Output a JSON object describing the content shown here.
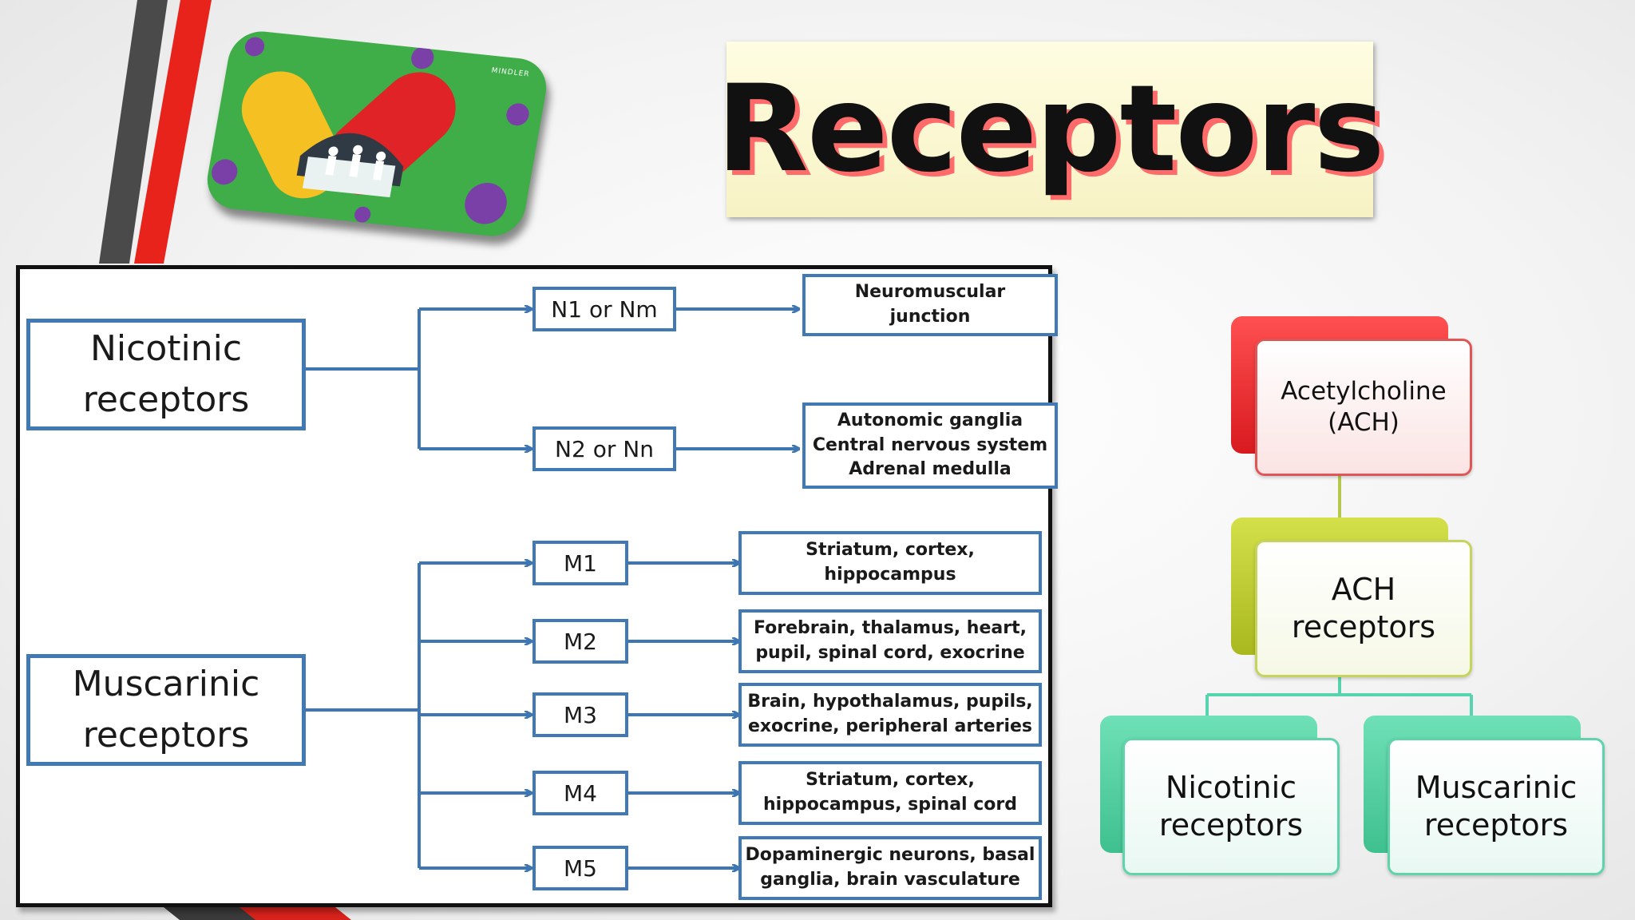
{
  "title": "Receptors",
  "logo": {
    "brand": "MINDLER"
  },
  "left_diagram": {
    "groups": [
      {
        "name": "Nicotinic receptors",
        "subtypes": [
          {
            "code": "N1 or Nm",
            "location": "Neuromuscular\njunction"
          },
          {
            "code": "N2 or Nn",
            "location": "Autonomic ganglia\nCentral nervous system\nAdrenal medulla"
          }
        ]
      },
      {
        "name": "Muscarinic receptors",
        "subtypes": [
          {
            "code": "M1",
            "location": "Striatum, cortex,\nhippocampus"
          },
          {
            "code": "M2",
            "location": "Forebrain, thalamus, heart,\npupil, spinal cord, exocrine"
          },
          {
            "code": "M3",
            "location": "Brain, hypothalamus, pupils,\nexocrine,  peripheral arteries"
          },
          {
            "code": "M4",
            "location": "Striatum, cortex,\nhippocampus, spinal cord"
          },
          {
            "code": "M5",
            "location": "Dopaminergic neurons, basal\nganglia, brain vasculature"
          }
        ]
      }
    ],
    "colors": {
      "box_border": "#4179b5",
      "arrow": "#3e76b3"
    }
  },
  "right_hierarchy": {
    "root": "Acetylcholine\n(ACH)",
    "middle": "ACH\nreceptors",
    "children": [
      "Nicotinic\nreceptors",
      "Muscarinic\nreceptors"
    ],
    "colors": {
      "root": "#e8262a",
      "middle": "#b9cc2c",
      "children": "#4fcf9e",
      "connector_top": "#b5c84a",
      "connector_bottom": "#57d3ad"
    }
  }
}
